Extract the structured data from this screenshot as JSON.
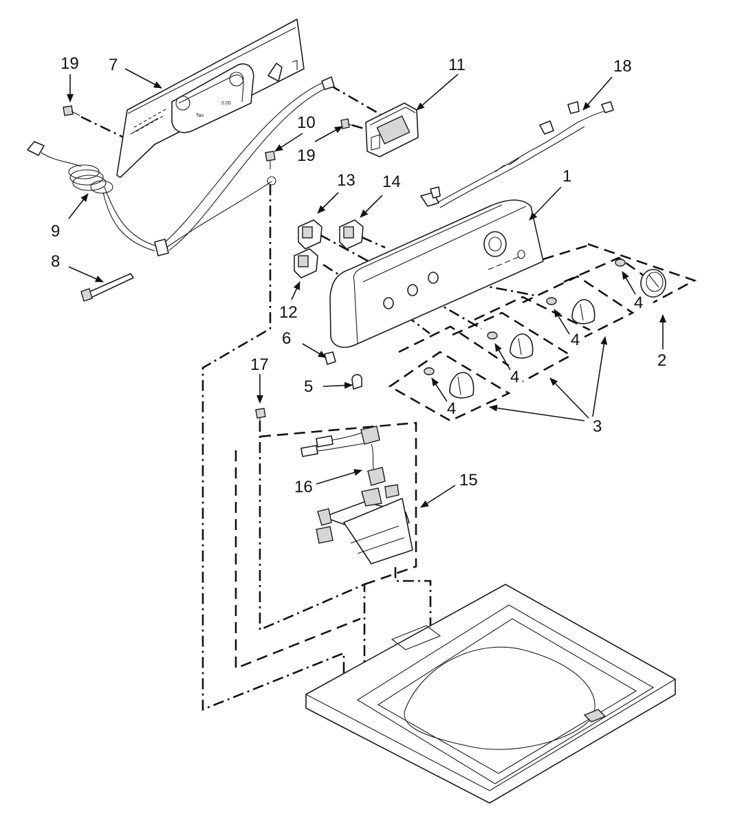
{
  "diagram": {
    "panel_text_left": "Tan",
    "panel_text_right": "0.00",
    "callouts": [
      {
        "id": "c1",
        "label": "1"
      },
      {
        "id": "c2",
        "label": "2"
      },
      {
        "id": "c3",
        "label": "3"
      },
      {
        "id": "c4a",
        "label": "4"
      },
      {
        "id": "c4b",
        "label": "4"
      },
      {
        "id": "c4c",
        "label": "4"
      },
      {
        "id": "c4d",
        "label": "4"
      },
      {
        "id": "c5",
        "label": "5"
      },
      {
        "id": "c6",
        "label": "6"
      },
      {
        "id": "c7",
        "label": "7"
      },
      {
        "id": "c8",
        "label": "8"
      },
      {
        "id": "c9",
        "label": "9"
      },
      {
        "id": "c10",
        "label": "10"
      },
      {
        "id": "c11",
        "label": "11"
      },
      {
        "id": "c12",
        "label": "12"
      },
      {
        "id": "c13",
        "label": "13"
      },
      {
        "id": "c14",
        "label": "14"
      },
      {
        "id": "c15",
        "label": "15"
      },
      {
        "id": "c16",
        "label": "16"
      },
      {
        "id": "c17",
        "label": "17"
      },
      {
        "id": "c18",
        "label": "18"
      },
      {
        "id": "c19a",
        "label": "19"
      },
      {
        "id": "c19b",
        "label": "19"
      }
    ]
  }
}
